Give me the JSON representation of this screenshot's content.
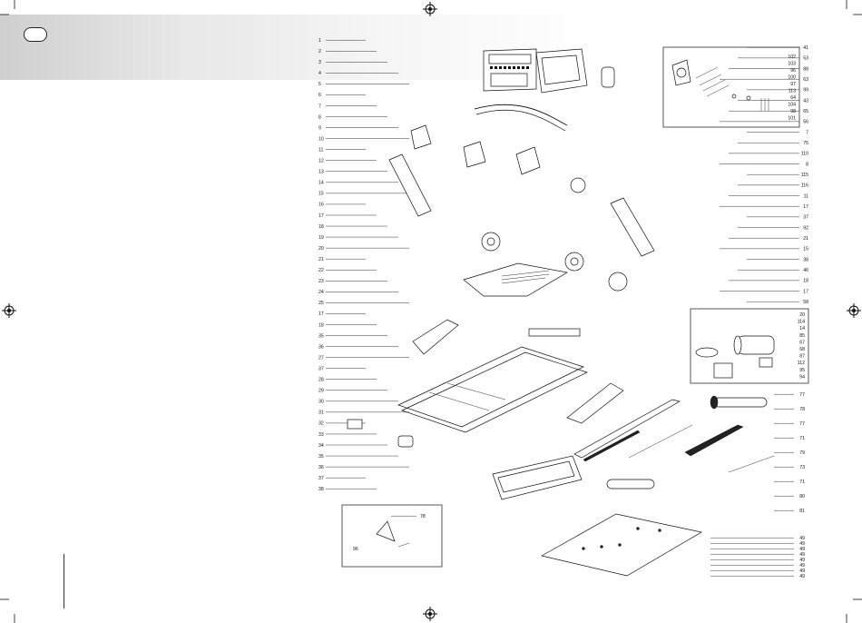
{
  "header": {
    "logo_mark": ""
  },
  "diagram": {
    "left_labels": [
      "1",
      "2",
      "3",
      "4",
      "5",
      "6",
      "7",
      "8",
      "9",
      "10",
      "11",
      "12",
      "13",
      "14",
      "15",
      "16",
      "17",
      "18",
      "19",
      "20",
      "21",
      "22",
      "23",
      "24",
      "25",
      "17",
      "18",
      "35",
      "36",
      "27",
      "37",
      "28",
      "29",
      "30",
      "31",
      "32",
      "33",
      "34",
      "35",
      "36",
      "37",
      "38"
    ],
    "right_labels": [
      "41",
      "53",
      "88",
      "63",
      "99",
      "43",
      "65",
      "56",
      "7",
      "75",
      "110",
      "8",
      "115",
      "116",
      "11",
      "17",
      "37",
      "92",
      "21",
      "15",
      "38",
      "46",
      "18",
      "17",
      "58"
    ],
    "inset_right_labels": [
      "102",
      "103",
      "96",
      "100",
      "97",
      "113",
      "64",
      "104",
      "98",
      "101"
    ],
    "motor_labels": [
      "20",
      "114",
      "14",
      "85",
      "67",
      "68",
      "87",
      "112",
      "95",
      "94"
    ],
    "bottom_right_labels": [
      "77",
      "78",
      "77",
      "71",
      "79",
      "73",
      "71",
      "80",
      "81"
    ],
    "bottom_labels": [
      "49",
      "49",
      "49",
      "49",
      "49",
      "49",
      "49",
      "49"
    ],
    "inset_small_labels": [
      "78",
      "96"
    ]
  }
}
